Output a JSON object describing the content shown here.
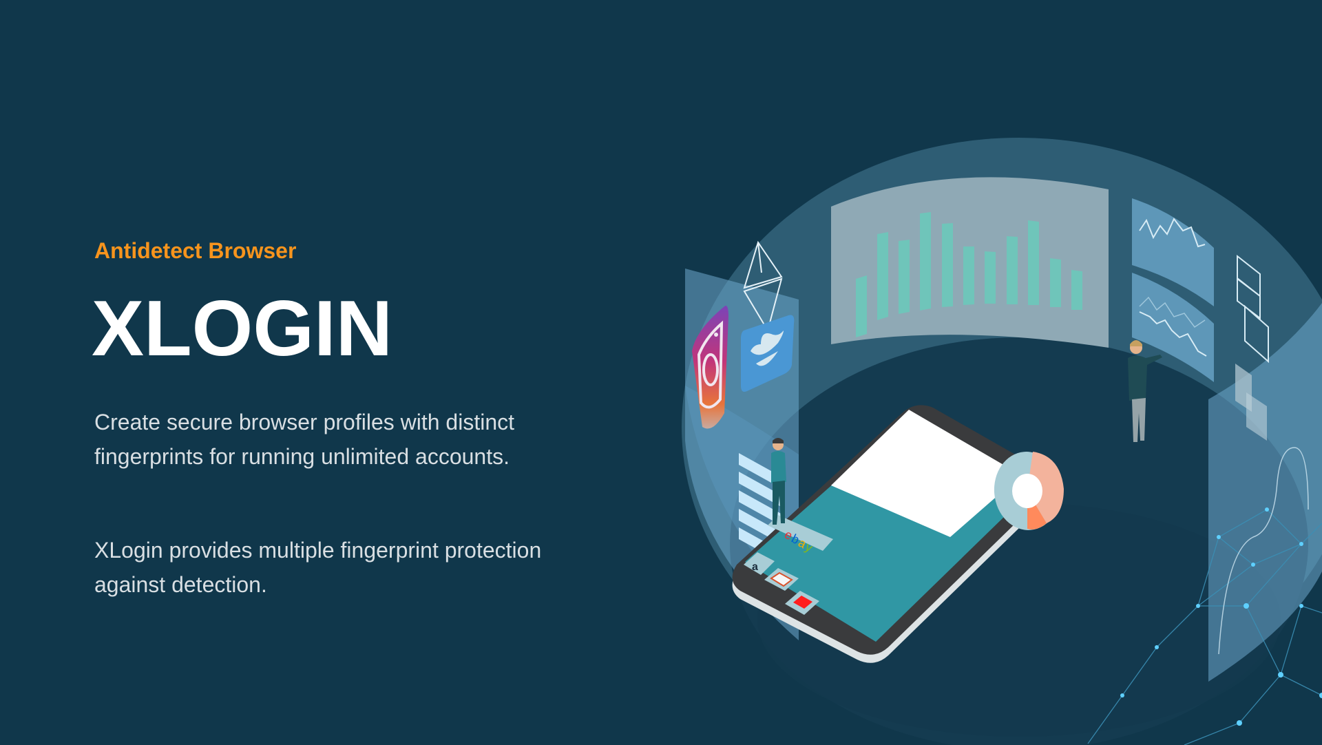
{
  "hero": {
    "eyebrow": "Antidetect Browser",
    "title": "XLOGIN",
    "paragraphs": [
      "Create secure browser profiles with distinct fingerprints for running unlimited accounts.",
      "XLogin provides multiple fingerprint protection against detection."
    ]
  },
  "illustration": {
    "icons": [
      "ethereum-icon",
      "instagram-icon",
      "twitter-icon",
      "amazon-icon",
      "gmail-icon",
      "youtube-icon",
      "ebay-logo"
    ],
    "phone_app_labels": {
      "ebay": "ebay",
      "amazon": "a"
    }
  },
  "colors": {
    "background": "#10374b",
    "accent": "#f7941d",
    "title": "#ffffff",
    "body_text": "#d9dfe3",
    "ring": "#2e5d74",
    "panel_light": "#8fa9b5",
    "bars": "#6fc5ba",
    "phone_screen": "#3097a4",
    "donut_blue": "#a8cdd6",
    "donut_peach": "#f3b39c",
    "donut_orange": "#ff8a5c"
  }
}
